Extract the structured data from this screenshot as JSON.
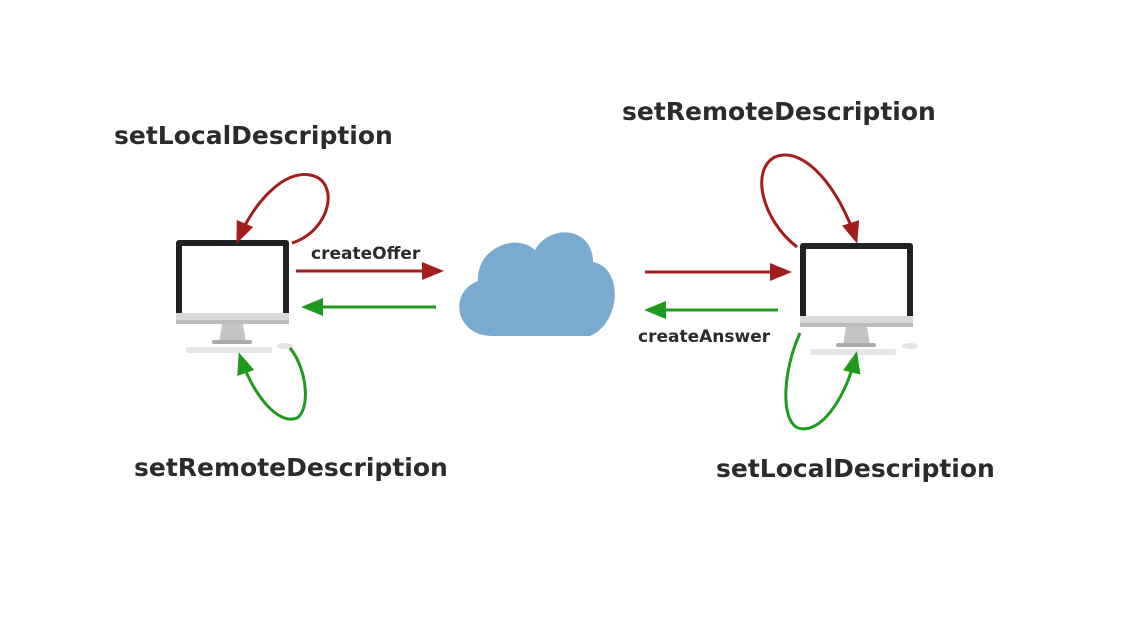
{
  "labels": {
    "left_top": "setLocalDescription",
    "left_bottom": "setRemoteDescription",
    "right_top": "setRemoteDescription",
    "right_bottom": "setLocalDescription",
    "create_offer": "createOffer",
    "create_answer": "createAnswer"
  },
  "colors": {
    "red_arrow": "#a31d1d",
    "green_arrow": "#1f9a1f",
    "cloud": "#79abd1",
    "monitor_frame": "#222222",
    "label_text": "#2b2b2b"
  },
  "icons": {
    "left_peer": "monitor-icon",
    "right_peer": "monitor-icon",
    "network": "cloud-icon"
  }
}
